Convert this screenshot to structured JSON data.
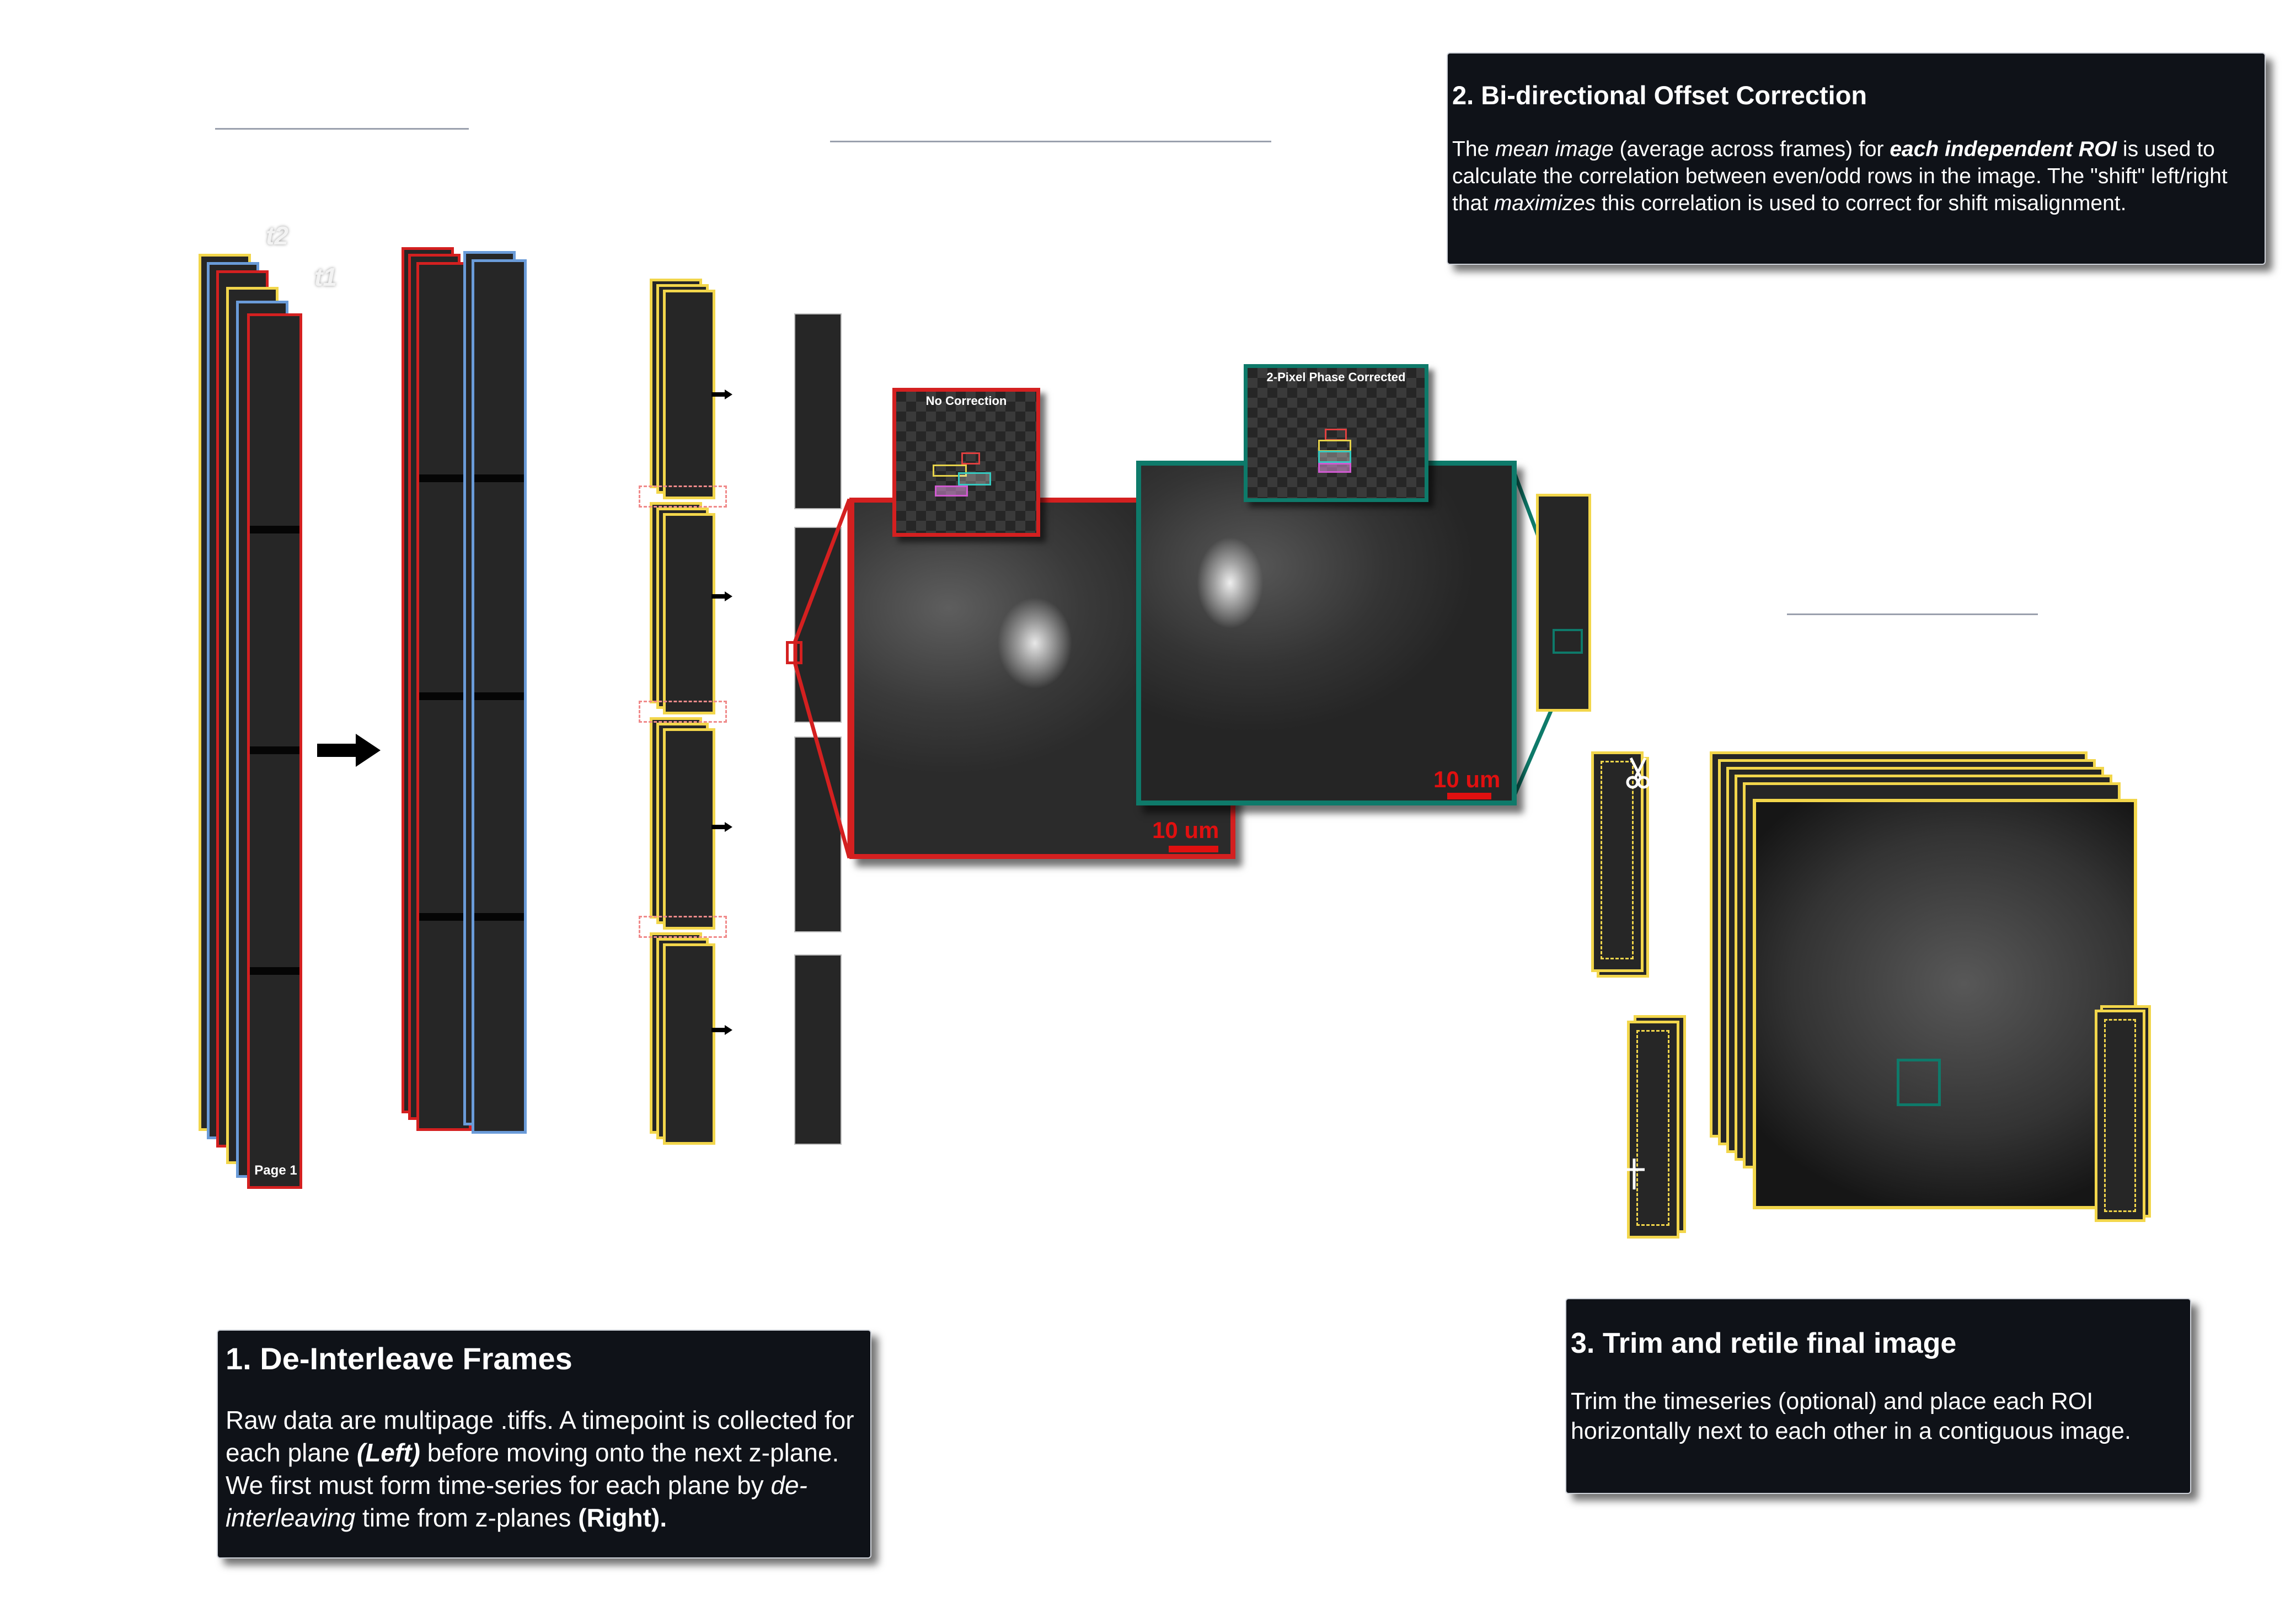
{
  "step1": {
    "title": "1. De-Interleave Frames",
    "text_a": "Raw data are multipage .tiffs. A timepoint is collected for each plane ",
    "text_b": "(Left)",
    "text_c": " before moving onto the next z-plane. We first must form time-series for each plane by ",
    "text_d": "de-interleaving",
    "text_e": " time from z-planes ",
    "text_f": "(Right)."
  },
  "step2": {
    "title": "2. Bi-directional Offset Correction",
    "text_a": "The ",
    "text_b": "mean image",
    "text_c": " (average across frames) for ",
    "text_d": "each independent ROI",
    "text_e": " is used to calculate the correlation between even/odd rows in the image. The \"shift\" left/right that ",
    "text_f": "maximizes",
    "text_g": " this correlation is used to correct for shift misalignment."
  },
  "step3": {
    "title": "3. Trim and retile final image",
    "text": "Trim the timeseries (optional) and place each ROI horizontally next to each other in a contiguous image."
  },
  "labels": {
    "t2": "t2",
    "t1": "t1",
    "page1": "Page 1",
    "no_correction": "No Correction",
    "phase_corrected": "2-Pixel Phase Corrected",
    "scalebar_left": "10 um",
    "scalebar_right": "10 um"
  },
  "colors": {
    "red": "#d42020",
    "blue": "#6a9bd8",
    "yellow": "#f2d64b",
    "teal": "#0e7a6a",
    "panel_bg": "#0f1218"
  },
  "icons": [
    "scissors-icon",
    "arrow-right-icon"
  ]
}
